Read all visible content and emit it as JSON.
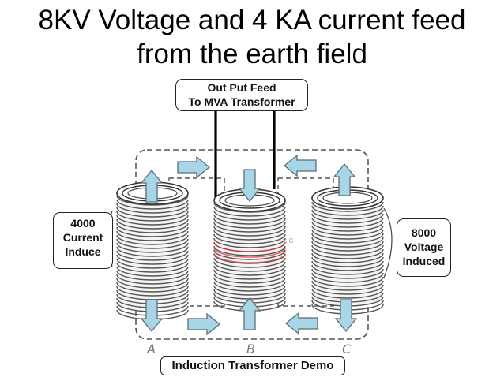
{
  "title": {
    "line1": "8KV Voltage and 4 KA current feed",
    "line2": "from the earth field"
  },
  "labels": {
    "output_feed_line1": "Out Put Feed",
    "output_feed_line2": "To MVA Transformer",
    "current_line1": "4000",
    "current_line2": "Current",
    "current_line3": "Induce",
    "voltage_line1": "8000",
    "voltage_line2": "Voltage",
    "voltage_line3": "Induced",
    "demo": "Induction Transformer Demo",
    "sc": "S.C"
  },
  "legs": [
    "A",
    "B",
    "C"
  ],
  "colors": {
    "arrow_fill": "#a9d6e6",
    "arrow_stroke": "#5a6e7a",
    "coil_ring": "#555555",
    "highlight": "#e03a3a"
  }
}
